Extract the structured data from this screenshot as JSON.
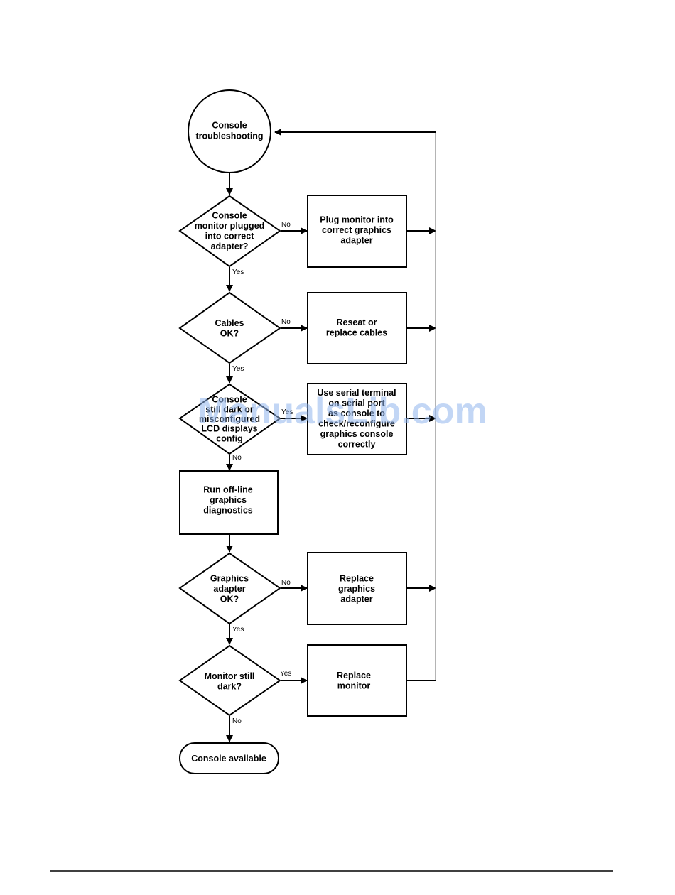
{
  "nodes": {
    "start": [
      "Console",
      "troubleshooting"
    ],
    "q_plugged": [
      "Console",
      "monitor plugged",
      "into correct",
      "adapter?"
    ],
    "a_plug": [
      "Plug monitor into",
      "correct graphics",
      "adapter"
    ],
    "q_cables": [
      "Cables",
      "OK?"
    ],
    "a_cables": [
      "Reseat or",
      "replace cables"
    ],
    "q_misconfig": [
      "Console",
      "still dark or",
      "misconfigured",
      "LCD displays",
      "config"
    ],
    "a_serial": [
      "Use serial terminal",
      "on serial port",
      "as console to",
      "check/reconfigure",
      "graphics console",
      "correctly"
    ],
    "a_diag": [
      "Run off-line",
      "graphics",
      "diagnostics"
    ],
    "q_adapter": [
      "Graphics",
      "adapter",
      "OK?"
    ],
    "a_replace_adapter": [
      "Replace",
      "graphics",
      "adapter"
    ],
    "q_dark": [
      "Monitor still",
      "dark?"
    ],
    "a_replace_monitor": [
      "Replace",
      "monitor"
    ],
    "end": [
      "Console available"
    ]
  },
  "edge_labels": {
    "plugged_no": "No",
    "plugged_yes": "Yes",
    "cables_no": "No",
    "cables_yes": "Yes",
    "misconfig_yes": "Yes",
    "misconfig_no": "No",
    "adapter_no": "No",
    "adapter_yes": "Yes",
    "dark_yes": "Yes",
    "dark_no": "No"
  },
  "watermark": "ManualsLib.com"
}
